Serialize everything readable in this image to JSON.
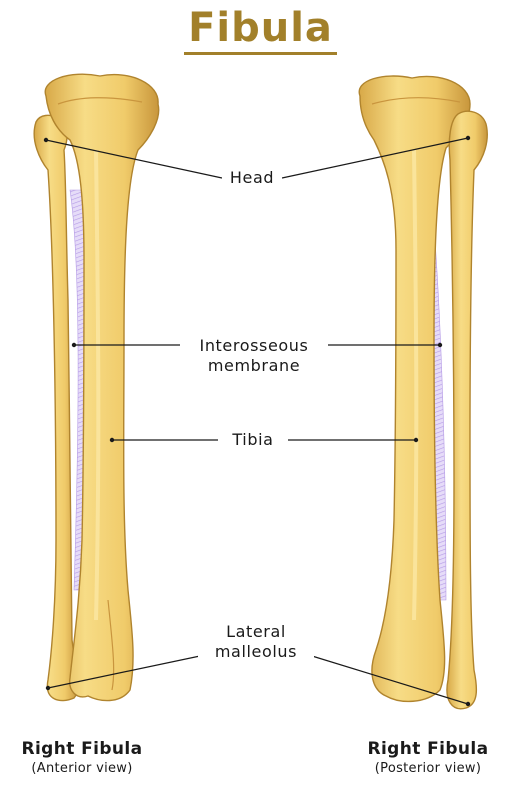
{
  "title": "Fibula",
  "labels": {
    "head": "Head",
    "interosseous_line1": "Interosseous",
    "interosseous_line2": "membrane",
    "tibia": "Tibia",
    "lateral_line1": "Lateral",
    "lateral_line2": "malleolus"
  },
  "captions": {
    "left_main": "Right Fibula",
    "left_sub": "(Anterior view)",
    "right_main": "Right Fibula",
    "right_sub": "(Posterior view)"
  },
  "colors": {
    "title": "#a2802a",
    "bone": "#f0cf72",
    "bone_dark": "#c6943a",
    "membrane": "#c9b4ee"
  }
}
